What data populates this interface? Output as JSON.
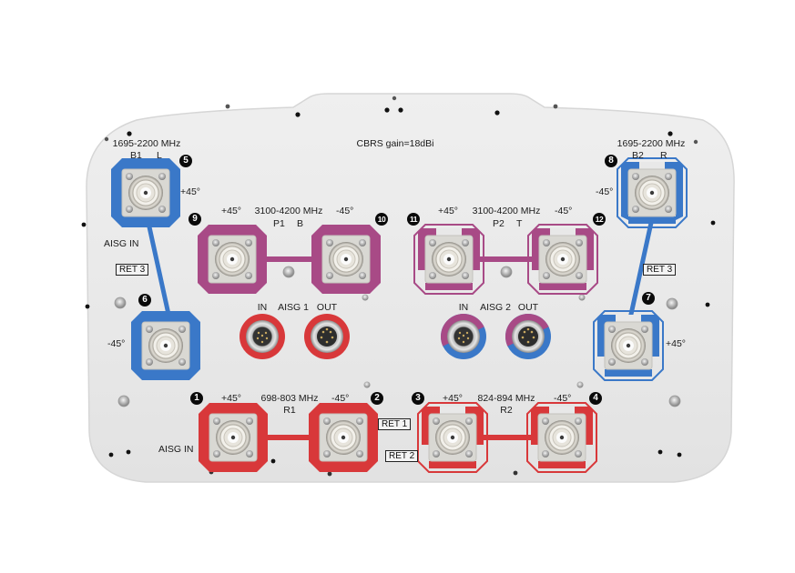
{
  "panel": {
    "title_label": "CBRS gain=18dBi",
    "colors": {
      "panel_fill": "#e9e9e9",
      "panel_edge": "#d8d8d8",
      "low_band_red": "#d8383a",
      "mid_band_blue": "#3a78c8",
      "cbrs_magenta": "#a84a86",
      "badge": "#0a0a0a"
    }
  },
  "ports": [
    {
      "id": 1,
      "badge": "1",
      "band": "698-803 MHz",
      "group": "R1",
      "polarization": "+45°",
      "color": "red"
    },
    {
      "id": 2,
      "badge": "2",
      "band": "698-803 MHz",
      "group": "R1",
      "polarization": "-45°",
      "color": "red"
    },
    {
      "id": 3,
      "badge": "3",
      "band": "824-894 MHz",
      "group": "R2",
      "polarization": "+45°",
      "color": "red"
    },
    {
      "id": 4,
      "badge": "4",
      "band": "824-894 MHz",
      "group": "R2",
      "polarization": "-45°",
      "color": "red"
    },
    {
      "id": 5,
      "badge": "5",
      "band": "1695-2200 MHz",
      "group": "B1 L",
      "polarization": "+45°",
      "color": "blue"
    },
    {
      "id": 6,
      "badge": "6",
      "band": "1695-2200 MHz",
      "group": "B1 L",
      "polarization": "-45°",
      "color": "blue"
    },
    {
      "id": 7,
      "badge": "7",
      "band": "1695-2200 MHz",
      "group": "B2 R",
      "polarization": "+45°",
      "color": "blue"
    },
    {
      "id": 8,
      "badge": "8",
      "band": "1695-2200 MHz",
      "group": "B2 R",
      "polarization": "-45°",
      "color": "blue"
    },
    {
      "id": 9,
      "badge": "9",
      "band": "3100-4200 MHz",
      "group": "P1 B",
      "polarization": "+45°",
      "color": "magenta"
    },
    {
      "id": 10,
      "badge": "10",
      "band": "3100-4200 MHz",
      "group": "P1 B",
      "polarization": "-45°",
      "color": "magenta"
    },
    {
      "id": 11,
      "badge": "11",
      "band": "3100-4200 MHz",
      "group": "P2 T",
      "polarization": "+45°",
      "color": "magenta"
    },
    {
      "id": 12,
      "badge": "12",
      "band": "3100-4200 MHz",
      "group": "P2 T",
      "polarization": "-45°",
      "color": "magenta"
    }
  ],
  "labels": {
    "b1_band": "1695-2200 MHz",
    "b1_name": "B1",
    "b1_side": "L",
    "b2_band": "1695-2200 MHz",
    "b2_name": "B2",
    "b2_side": "R",
    "p1_band": "3100-4200 MHz",
    "p1_name": "P1",
    "p1_side": "B",
    "p2_band": "3100-4200 MHz",
    "p2_name": "P2",
    "p2_side": "T",
    "r1_band": "698-803 MHz",
    "r1_name": "R1",
    "r2_band": "824-894 MHz",
    "r2_name": "R2",
    "plus45": "+45°",
    "minus45": "-45°",
    "aisg_in_left": "AISG IN",
    "aisg_in_bottom": "AISG IN",
    "ret1": "RET 1",
    "ret2": "RET 2",
    "ret3_left": "RET 3",
    "ret3_right": "RET 3"
  },
  "aisg": [
    {
      "name": "AISG 1",
      "in_label": "IN",
      "out_label": "OUT",
      "ring_color": "red"
    },
    {
      "name": "AISG 2",
      "in_label": "IN",
      "out_label": "OUT",
      "ring_color": "magenta-blue"
    }
  ]
}
